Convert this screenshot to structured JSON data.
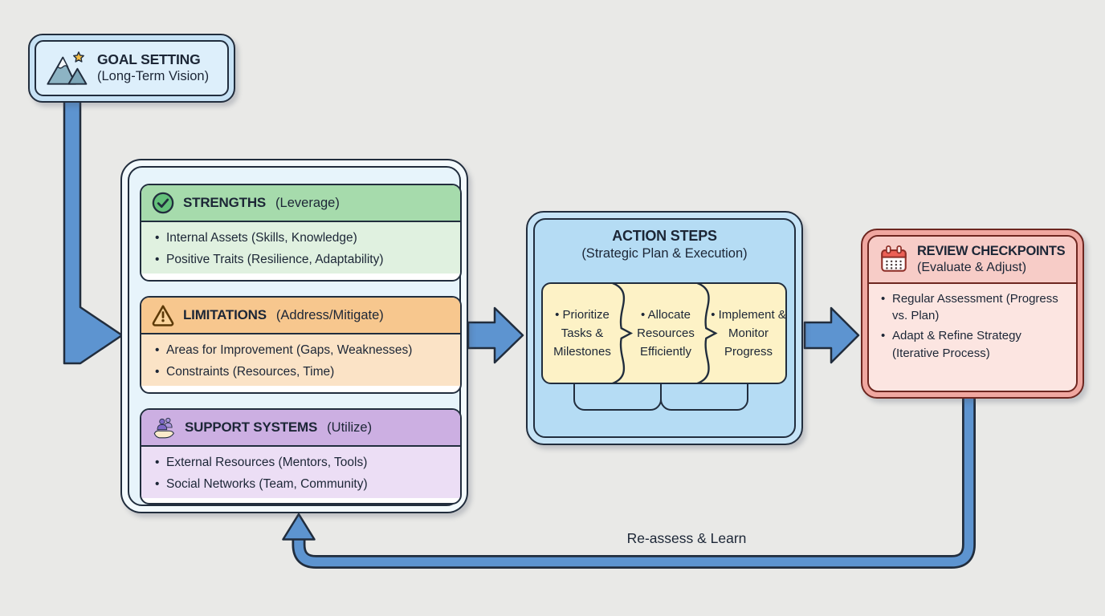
{
  "canvas": {
    "background": "#e9e9e7",
    "ink_color": "#212d3d",
    "arrow_color": "#5d94d0"
  },
  "goal": {
    "icon": "mountain-star-icon",
    "title": "GOAL SETTING",
    "subtitle": "(Long-Term Vision)",
    "fill_color": "#ddeffb"
  },
  "assessment": {
    "sections": [
      {
        "icon": "check-circle-icon",
        "title": "STRENGTHS",
        "qualifier": "(Leverage)",
        "header_color": "#a6dbac",
        "body_color": "#e0f1e0",
        "bullets": [
          "Internal Assets (Skills, Knowledge)",
          "Positive Traits (Resilience, Adaptability)"
        ]
      },
      {
        "icon": "warning-triangle-icon",
        "title": "LIMITATIONS",
        "qualifier": "(Address/Mitigate)",
        "header_color": "#f7c78e",
        "body_color": "#fbe3c6",
        "bullets": [
          "Areas for Improvement (Gaps, Weaknesses)",
          "Constraints (Resources, Time)"
        ]
      },
      {
        "icon": "support-hand-icon",
        "title": "SUPPORT SYSTEMS",
        "qualifier": "(Utilize)",
        "header_color": "#ccafe2",
        "body_color": "#ecdef5",
        "bullets": [
          "External Resources (Mentors, Tools)",
          "Social Networks (Team, Community)"
        ]
      }
    ]
  },
  "action": {
    "title": "ACTION STEPS",
    "subtitle": "(Strategic Plan & Execution)",
    "fill_color": "#b5dcf4",
    "panel_color": "#fdf2c6",
    "steps": [
      "Prioritize Tasks & Milestones",
      "Allocate Resources Efficiently",
      "Implement & Monitor Progress"
    ]
  },
  "review": {
    "icon": "calendar-icon",
    "title": "REVIEW CHECKPOINTS",
    "subtitle": "(Evaluate & Adjust)",
    "band_color": "#f0a7a0",
    "header_color": "#f7ccc7",
    "body_color": "#fce5e1",
    "bullets": [
      "Regular Assessment (Progress vs. Plan)",
      "Adapt & Refine Strategy (Iterative Process)"
    ]
  },
  "feedback": {
    "label": "Re-assess & Learn"
  }
}
